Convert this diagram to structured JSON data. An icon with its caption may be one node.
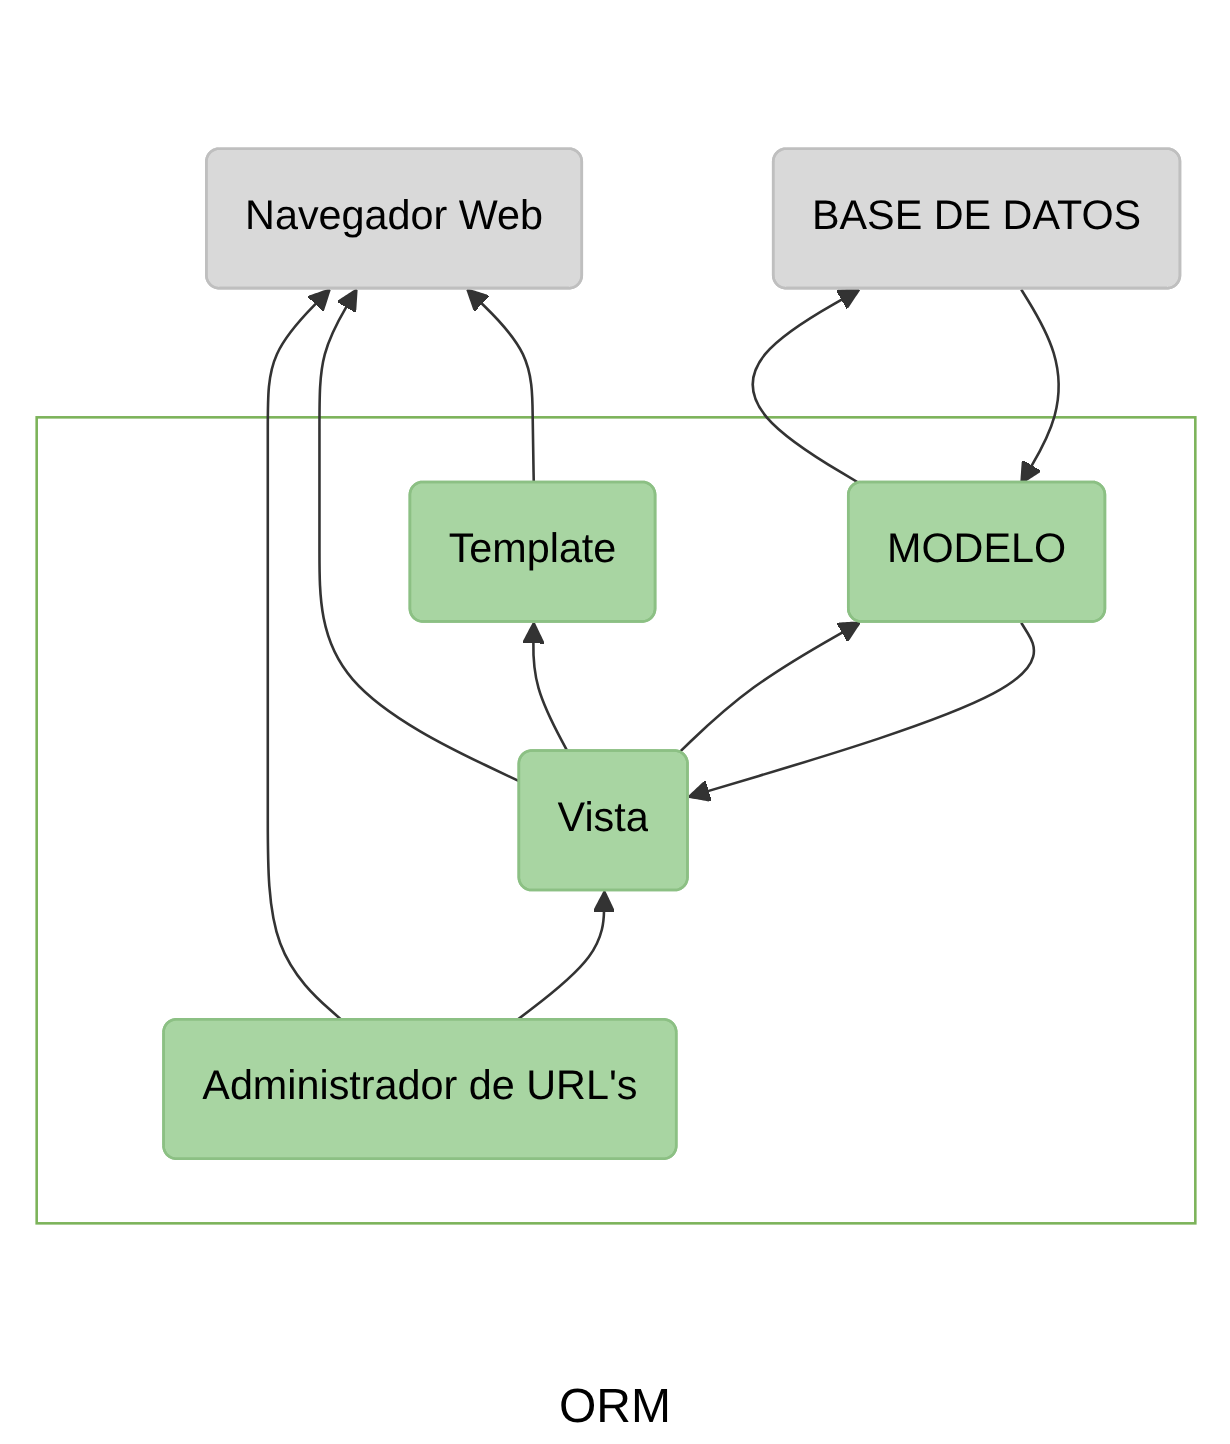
{
  "diagram": {
    "nodes": [
      {
        "text": [
          "Navegador Web"
        ]
      },
      {
        "text": [],
        "shape": "box"
      },
      {
        "text": [
          "Administrador de URL's"
        ],
        "in": 1
      },
      {
        "text": [
          "Template"
        ],
        "in": 1
      },
      {
        "text": [
          "Vista"
        ],
        "in": 1
      },
      {
        "text": [
          "MODELO"
        ],
        "in": 1
      },
      {
        "text": [
          "BASE DE DATOS"
        ]
      }
    ],
    "edges": [
      {
        "from": 4,
        "to": 0,
        "arrow": "to"
      },
      {
        "from": 3,
        "to": 0,
        "arrow": "to"
      },
      {
        "from": 2,
        "to": 0,
        "arrow": "to"
      },
      {
        "from": 2,
        "to": 4,
        "arrow": "to"
      },
      {
        "from": 4,
        "to": 3,
        "arrow": "to"
      },
      {
        "from": 5,
        "to": 4,
        "arrow": "to"
      },
      {
        "from": 4,
        "to": 5,
        "arrow": "to"
      },
      {
        "from": 6,
        "to": 5,
        "arrow": "to"
      },
      {
        "from": 5,
        "to": 6,
        "arrow": "to"
      }
    ],
    "labels": [
      "ORM"
    ]
  }
}
